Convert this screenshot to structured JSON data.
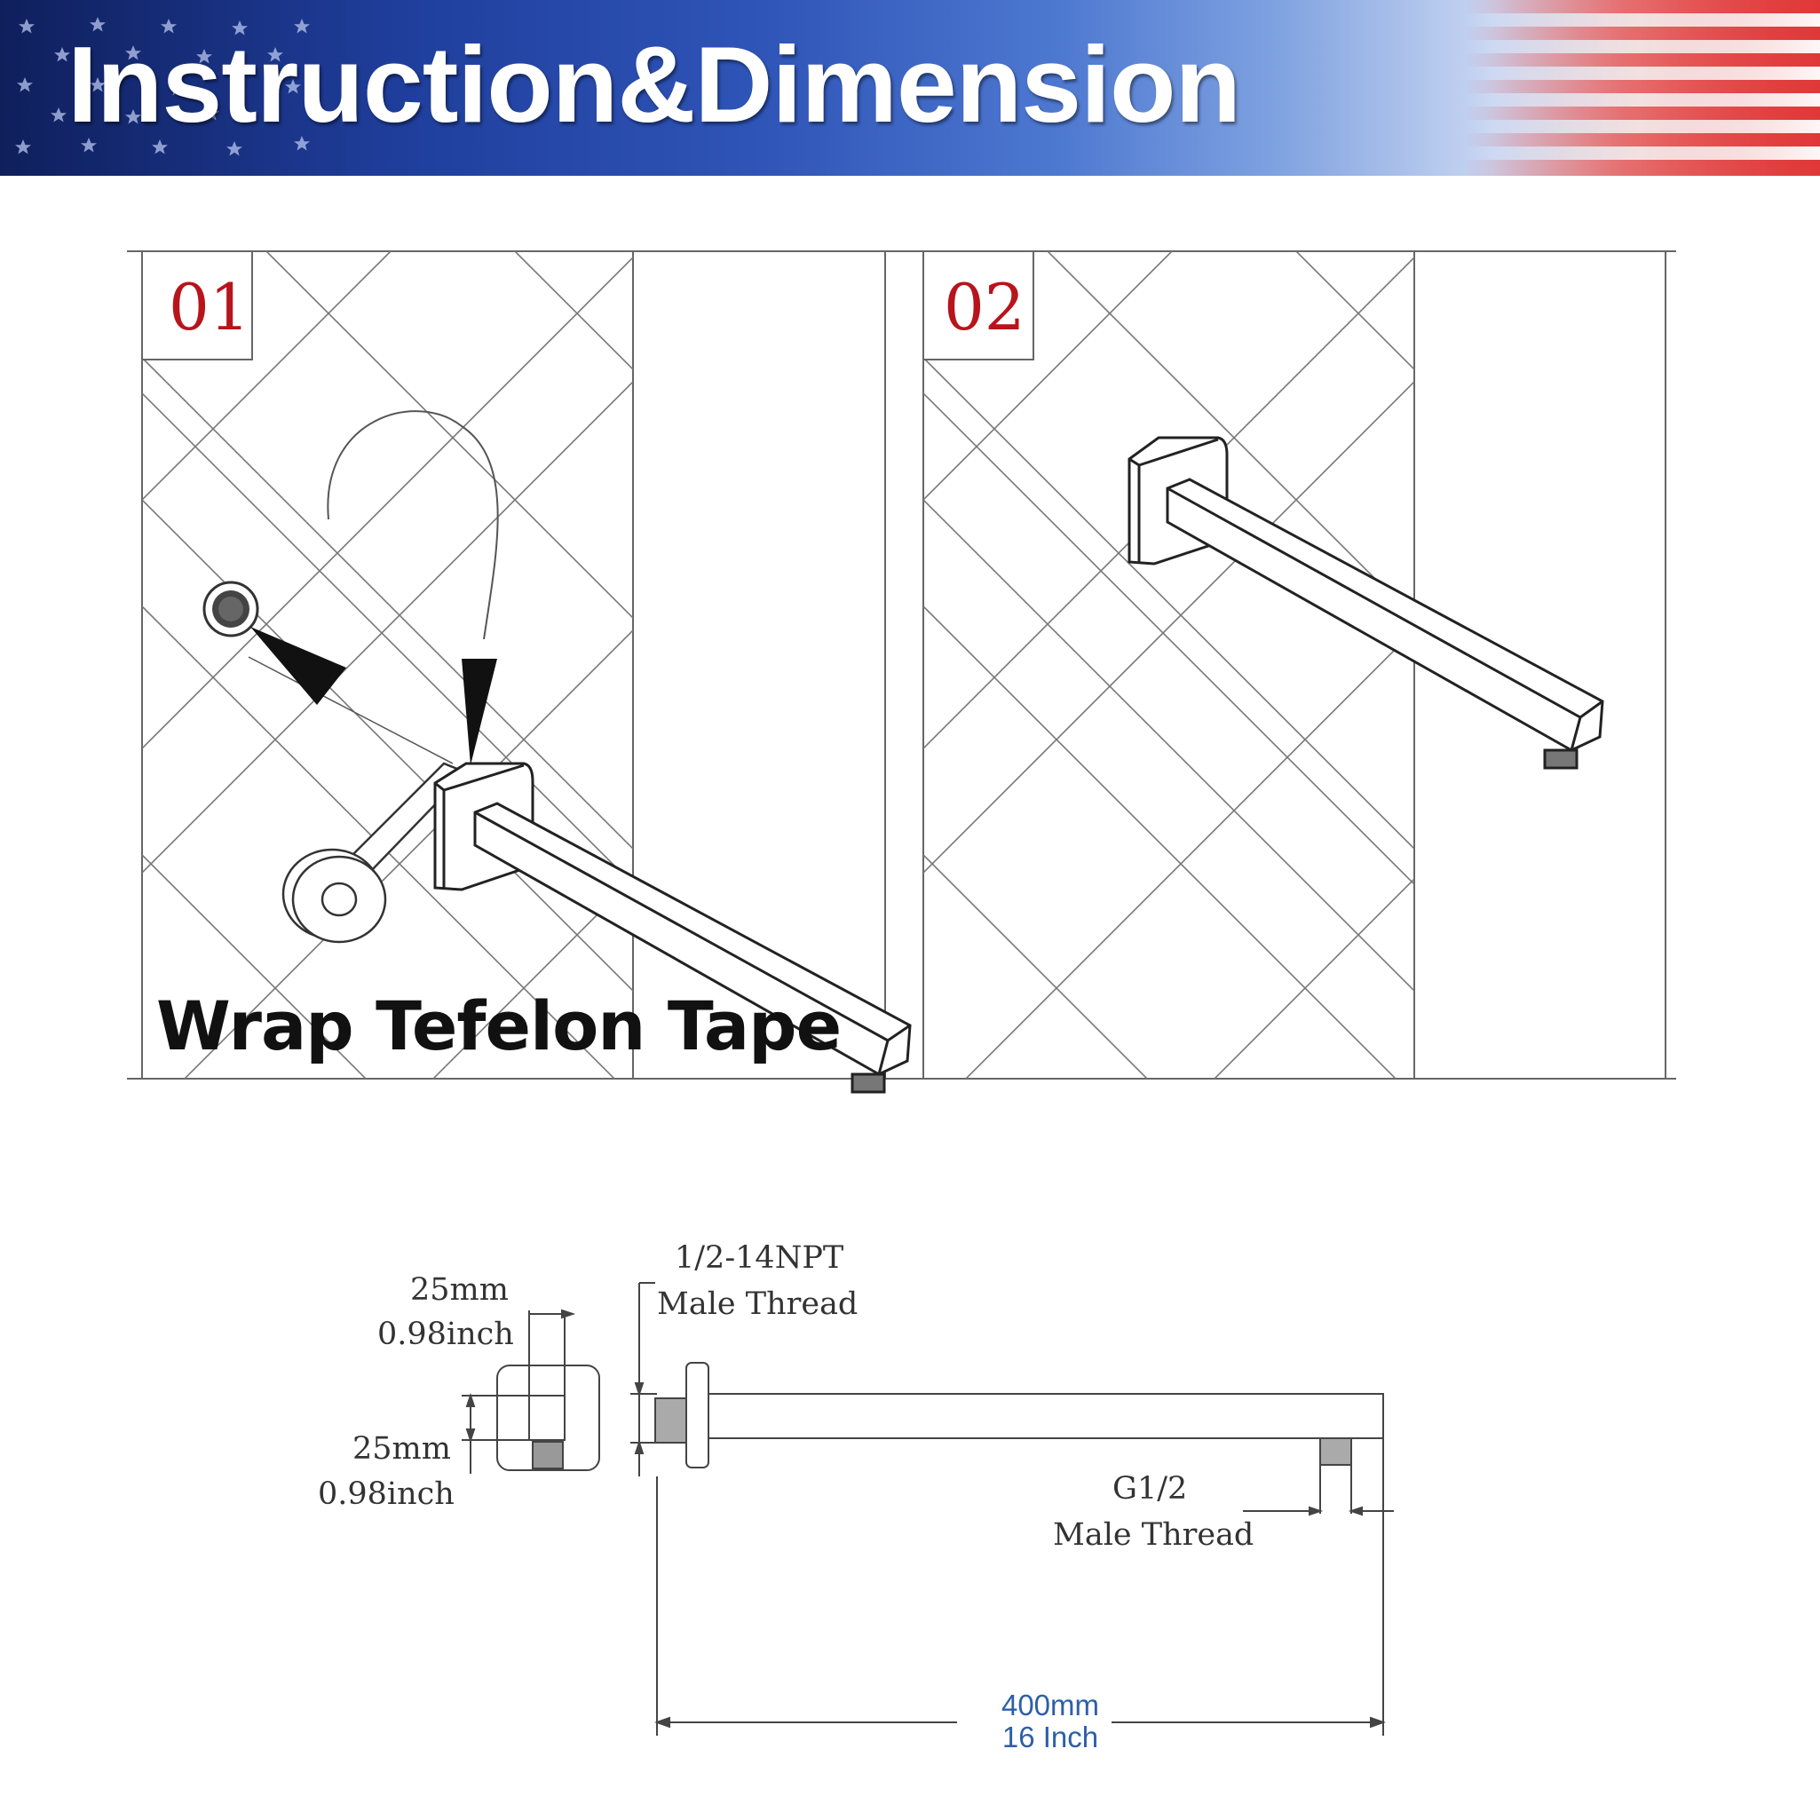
{
  "header": {
    "title": "Instruction&Dimension"
  },
  "steps": [
    {
      "number": "01",
      "caption": "Wrap Tefelon Tape"
    },
    {
      "number": "02"
    }
  ],
  "dimensions": {
    "face_width_mm": "25mm",
    "face_width_inch": "0.98inch",
    "face_height_mm": "25mm",
    "face_height_inch": "0.98inch",
    "wall_thread_spec": "1/2-14NPT",
    "wall_thread_type": "Male Thread",
    "outlet_thread_spec": "G1/2",
    "outlet_thread_type": "Male Thread",
    "length_mm": "400mm",
    "length_inch": "16 Inch"
  },
  "colors": {
    "step_number": "#b8141c",
    "length_text": "#2d5fa8",
    "line": "#444444"
  }
}
